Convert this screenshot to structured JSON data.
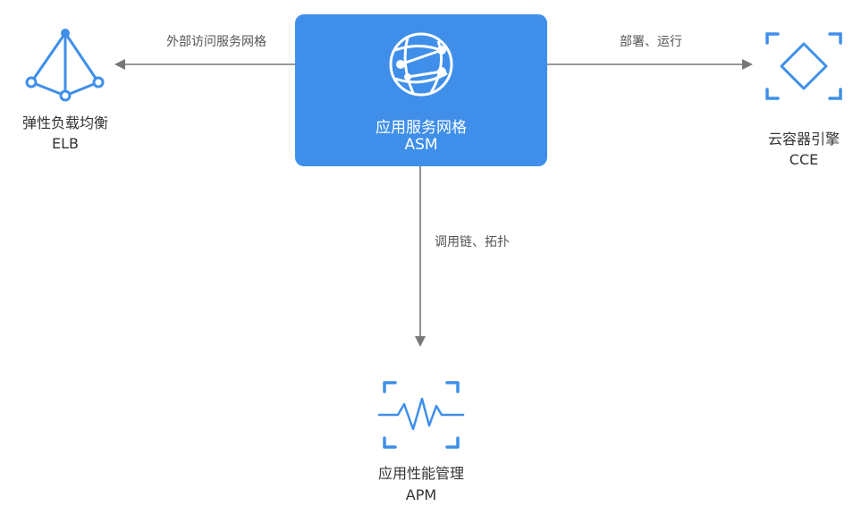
{
  "center": {
    "name": "应用服务网格",
    "code": "ASM"
  },
  "elb": {
    "name": "弹性负载均衡",
    "code": "ELB"
  },
  "cce": {
    "name": "云容器引擎",
    "code": "CCE"
  },
  "apm": {
    "name": "应用性能管理",
    "code": "APM"
  },
  "edges": {
    "to_elb": "外部访问服务网格",
    "to_cce": "部署、运行",
    "to_apm": "调用链、拓扑"
  },
  "colors": {
    "accent": "#3f8fea",
    "arrow": "#777777",
    "icon": "#3f8fea"
  },
  "icons": {
    "center": "globe-network-icon",
    "elb": "load-balancer-icon",
    "cce": "container-engine-icon",
    "apm": "performance-monitor-icon"
  }
}
